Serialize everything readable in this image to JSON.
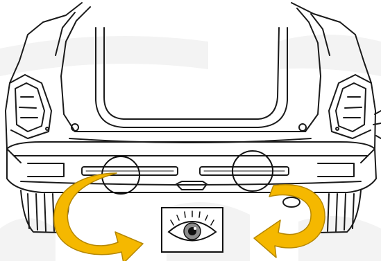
{
  "diagram": {
    "subject": "car-rear-view-with-parking-sensors",
    "icons": [
      "eye-icon",
      "rotate-arrow-left-icon",
      "rotate-arrow-right-icon",
      "sensor-circle-left",
      "sensor-circle-right"
    ],
    "colors": {
      "line": "#1a1a1a",
      "arrow_fill": "#f5b800",
      "arrow_stroke": "#b58700",
      "watermark": "#f1f1f1",
      "background": "#ffffff"
    }
  }
}
